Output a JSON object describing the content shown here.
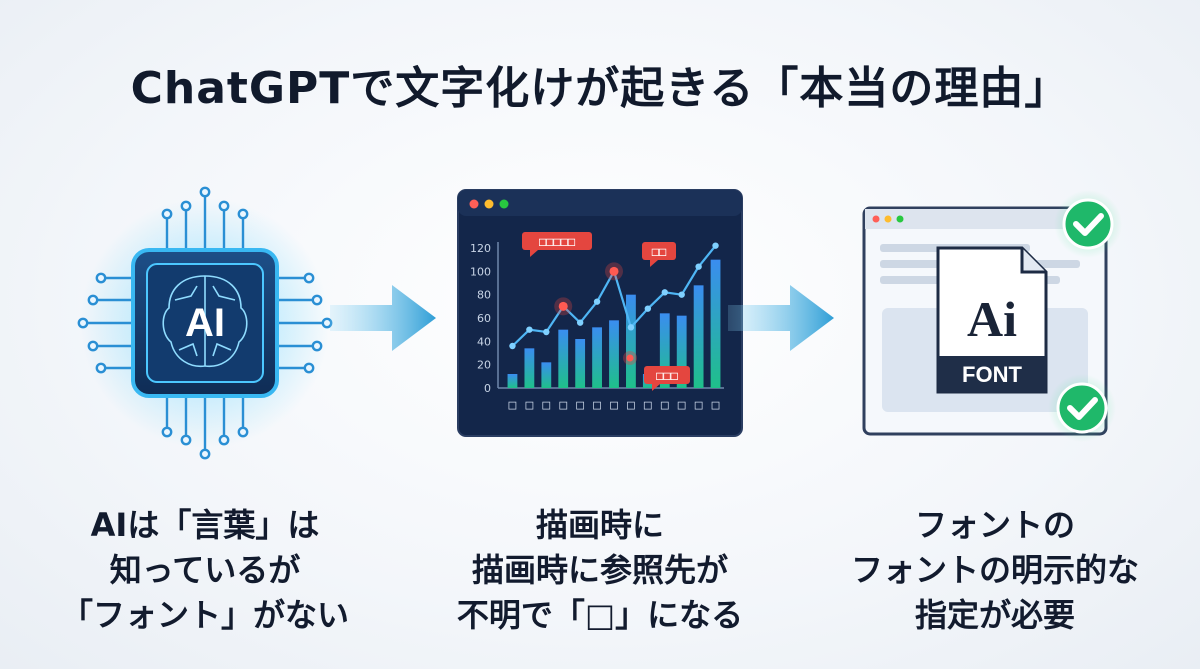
{
  "title": "ChatGPTで文字化けが起きる「本当の理由」",
  "panel1": {
    "chip_label": "AI",
    "caption": [
      "AIは「言葉」は",
      "知っているが",
      "「フォント」がない"
    ]
  },
  "panel2": {
    "chart_data": {
      "type": "bar",
      "title": "",
      "xlabel": "",
      "ylabel": "",
      "ylim": [
        0,
        120
      ],
      "yticks": [
        "0",
        "20",
        "40",
        "60",
        "80",
        "100",
        "120"
      ],
      "categories": [
        "□",
        "□",
        "□",
        "□",
        "□",
        "□",
        "□",
        "□",
        "□",
        "□",
        "□",
        "□",
        "□"
      ],
      "series": [
        {
          "values": [
            12,
            34,
            22,
            50,
            42,
            52,
            58,
            80,
            12,
            64,
            62,
            88,
            110
          ]
        },
        {
          "values": [
            36,
            50,
            48,
            70,
            56,
            74,
            100,
            52,
            68,
            82,
            80,
            104,
            122
          ]
        }
      ],
      "annotations": [
        {
          "text": "□□□□□"
        },
        {
          "text": "□□"
        },
        {
          "text": "□□□"
        }
      ]
    },
    "caption": [
      "描画時に",
      "描画時に参照先が",
      "不明で「□」になる"
    ]
  },
  "panel3": {
    "font_letters": "Ai",
    "font_label": "FONT",
    "caption": [
      "フォントの",
      "フォントの明示的な",
      "指定が必要"
    ]
  },
  "colors": {
    "navy": "#13264a",
    "chip_glow": "#36b8f0",
    "arrow": "#2f9ed6",
    "bar_top": "#3a8df0",
    "bar_bottom": "#1fc08a",
    "error_red": "#e4463f",
    "check_green": "#1fb86a",
    "window_border": "#30405e"
  }
}
